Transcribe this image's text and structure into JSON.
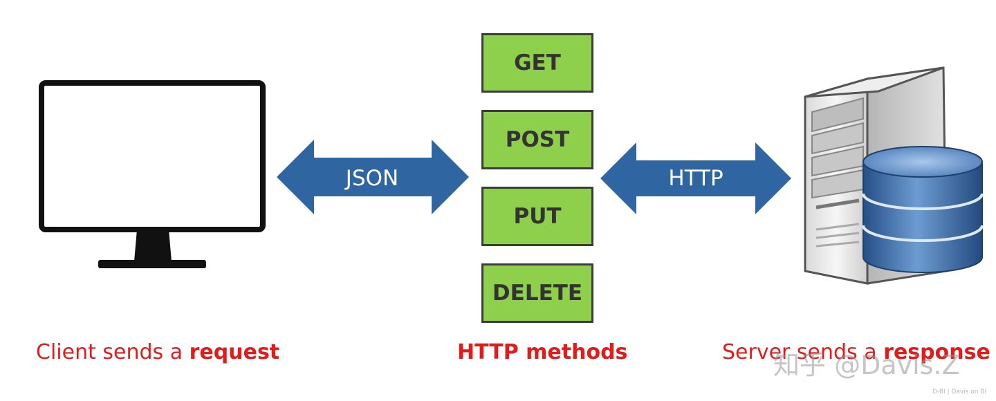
{
  "methods": [
    "GET",
    "POST",
    "PUT",
    "DELETE"
  ],
  "arrows": {
    "left_label": "JSON",
    "right_label": "HTTP"
  },
  "captions": {
    "client_prefix": "Client sends a ",
    "client_bold": "request",
    "methods": "HTTP methods",
    "server_prefix": "Server sends a ",
    "server_bold": "response"
  },
  "watermark": {
    "text": "知乎 @Davis.Z",
    "small": "D-BI | Davis on BI"
  },
  "colors": {
    "method_green": "#8ed04b",
    "arrow_blue": "#2f66a1",
    "caption_red": "#e31b1b"
  }
}
